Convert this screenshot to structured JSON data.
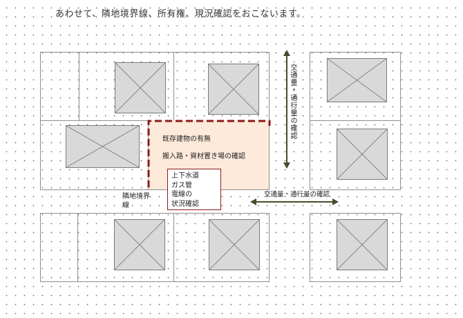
{
  "header": {
    "text": "あわせて、隣地境界線、所有権、現況確認をおこないます。"
  },
  "site": {
    "label_existing": "既存建物の有無",
    "label_access": "搬入路・資材置き場の確認"
  },
  "utility": {
    "lines": [
      "上下水道",
      "ガス管",
      "電線の",
      "状況確認"
    ]
  },
  "boundary": {
    "label_1": "隣地境界",
    "label_2": "線"
  },
  "traffic": {
    "vertical_label": "交通量・通行量の確認",
    "horizontal_label": "交通量・通行量の確認"
  },
  "colors": {
    "boundary_dash": "#8b1a1a",
    "site_fill": "#fde9d9",
    "arrow": "#4a4a2a",
    "building_fill": "#d9d9d9"
  }
}
